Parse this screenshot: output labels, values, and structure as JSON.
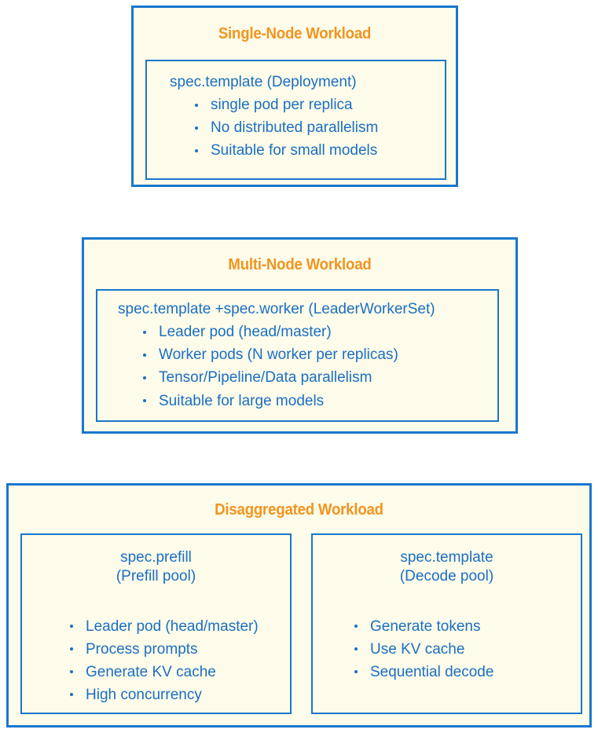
{
  "theme": {
    "page_background": "#ffffff",
    "card_fill": "#fdfbe9",
    "border_blue": "#1877cf",
    "text_blue": "#1a6fc4",
    "title_orange": "#f1941f"
  },
  "diagram": {
    "cards": [
      {
        "id": "single-node",
        "title": "Single-Node Workload",
        "panels": [
          {
            "id": "spec-template-deployment",
            "heading_lines": [
              "spec.template (Deployment)"
            ],
            "bullets": [
              "single pod per replica",
              "No distributed parallelism",
              "Suitable for small models"
            ]
          }
        ]
      },
      {
        "id": "multi-node",
        "title": "Multi-Node Workload",
        "panels": [
          {
            "id": "spec-template-worker-lws",
            "heading_lines": [
              "spec.template +spec.worker (LeaderWorkerSet)"
            ],
            "bullets": [
              "Leader pod (head/master)",
              "Worker pods (N worker per replicas)",
              "Tensor/Pipeline/Data parallelism",
              "Suitable for large models"
            ]
          }
        ]
      },
      {
        "id": "disaggregated",
        "title": "Disaggregated Workload",
        "panels": [
          {
            "id": "spec-prefill-pool",
            "heading_lines": [
              "spec.prefill",
              "(Prefill pool)"
            ],
            "bullets": [
              "Leader pod (head/master)",
              "Process prompts",
              "Generate KV cache",
              "High concurrency"
            ]
          },
          {
            "id": "spec-template-decode-pool",
            "heading_lines": [
              "spec.template",
              "(Decode pool)"
            ],
            "bullets": [
              "Generate tokens",
              "Use KV cache",
              "Sequential decode"
            ]
          }
        ]
      }
    ]
  }
}
